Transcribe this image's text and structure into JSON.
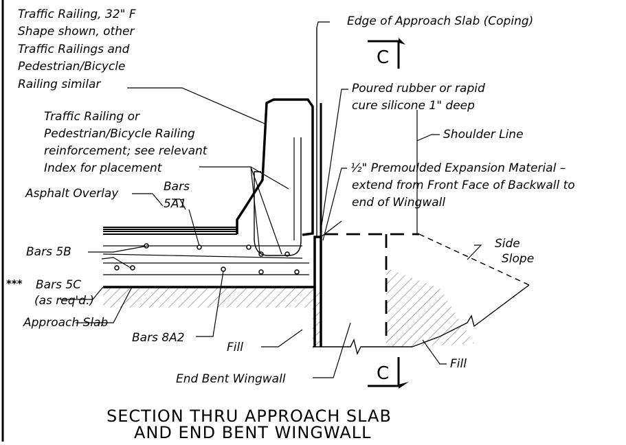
{
  "labels": {
    "traffic_railing": [
      "Traffic Railing, 32\" F",
      "Shape shown, other",
      "Traffic Railings and",
      "Pedestrian/Bicycle",
      "Railing similar"
    ],
    "edge_of_slab": "Edge of Approach Slab (Coping)",
    "poured_rubber": [
      "Poured rubber or rapid",
      "cure silicone 1\" deep"
    ],
    "shoulder_line": "Shoulder Line",
    "reinforcement": [
      "Traffic Railing or",
      "Pedestrian/Bicycle Railing",
      "reinforcement; see relevant",
      "Index for placement"
    ],
    "expansion": [
      "½\"  Premoulded Expansion Material –",
      "extend from Front Face of Backwall to",
      "end of Wingwall"
    ],
    "bars_5a1": [
      "Bars",
      "5A1"
    ],
    "asphalt": "Asphalt Overlay",
    "bars_5b": "Bars 5B",
    "side_slope": [
      "Side",
      "Slope"
    ],
    "stars": "***",
    "bars_5c": "Bars 5C",
    "as_reqd": "(as req'd.)",
    "approach_slab": "Approach Slab",
    "bars_8a2": "Bars 8A2",
    "fill_left": "Fill",
    "fill_right": "Fill",
    "end_bent": "End Bent Wingwall",
    "section_mark_top": "C",
    "section_mark_bottom": "C"
  },
  "title": [
    "SECTION THRU APPROACH SLAB",
    "AND END BENT WINGWALL"
  ],
  "colors": {
    "line": "#000000",
    "background": "#ffffff"
  }
}
